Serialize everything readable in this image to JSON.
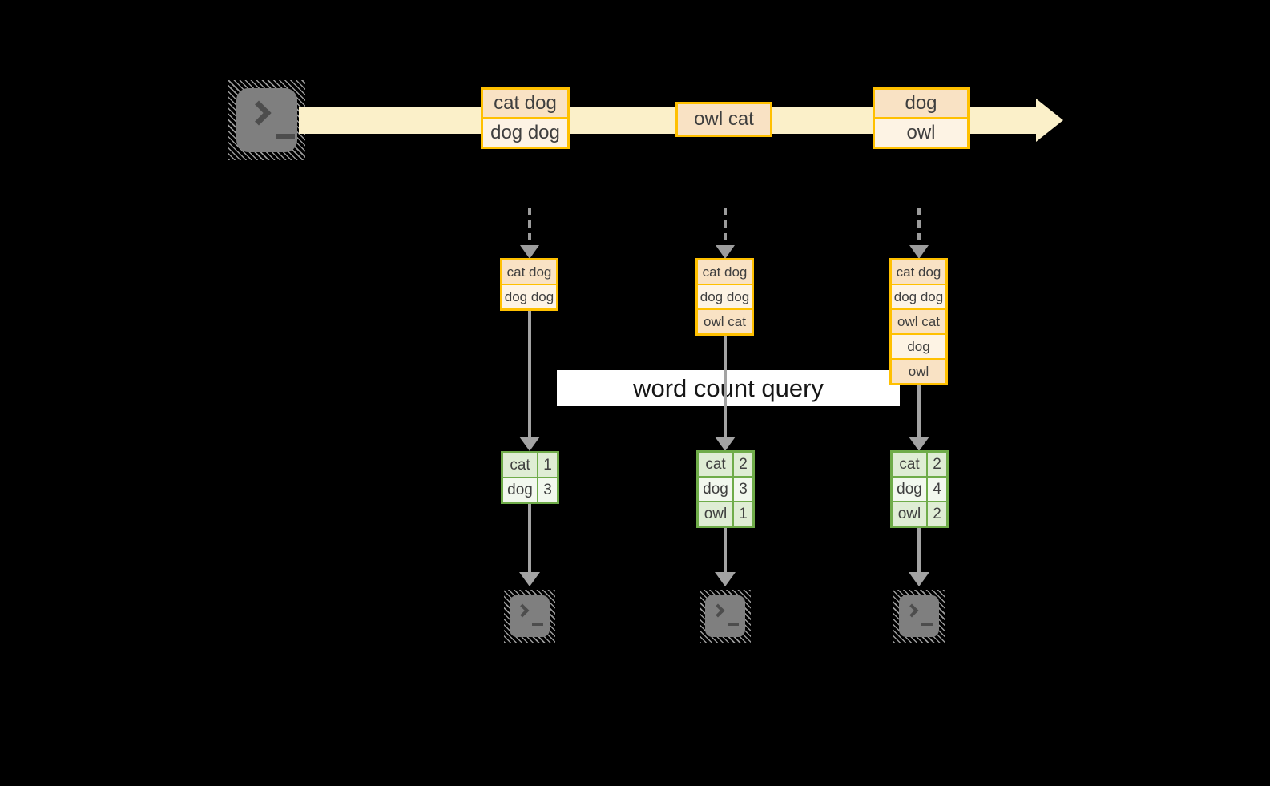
{
  "query_label": "word count query",
  "stream": {
    "batches": [
      {
        "records": [
          "cat dog",
          "dog dog"
        ]
      },
      {
        "records": [
          "owl cat"
        ]
      },
      {
        "records": [
          "dog",
          "owl"
        ]
      }
    ]
  },
  "columns": [
    {
      "state": [
        "cat dog",
        "dog dog"
      ],
      "counts": [
        [
          "cat",
          "1"
        ],
        [
          "dog",
          "3"
        ]
      ]
    },
    {
      "state": [
        "cat dog",
        "dog dog",
        "owl cat"
      ],
      "counts": [
        [
          "cat",
          "2"
        ],
        [
          "dog",
          "3"
        ],
        [
          "owl",
          "1"
        ]
      ]
    },
    {
      "state": [
        "cat dog",
        "dog dog",
        "owl cat",
        "dog",
        "owl"
      ],
      "counts": [
        [
          "cat",
          "2"
        ],
        [
          "dog",
          "4"
        ],
        [
          "owl",
          "2"
        ]
      ]
    }
  ],
  "icons": {
    "source": "terminal-icon",
    "sinks": [
      "terminal-icon",
      "terminal-icon",
      "terminal-icon"
    ]
  },
  "colors": {
    "background": "#000000",
    "stream_band": "#FBF0C9",
    "record_border": "#FFC000",
    "record_fill_dark": "#F9E2C4",
    "record_fill_light": "#FDF3E4",
    "table_border": "#6FAC49",
    "table_fill_dark": "#DFEDD4",
    "table_fill_light": "#F2F8EE",
    "terminal_gray": "#7F7F7F",
    "arrow_gray": "#A3A3A3",
    "query_band_bg": "#FFFFFF",
    "text": "#3F3F3F"
  }
}
